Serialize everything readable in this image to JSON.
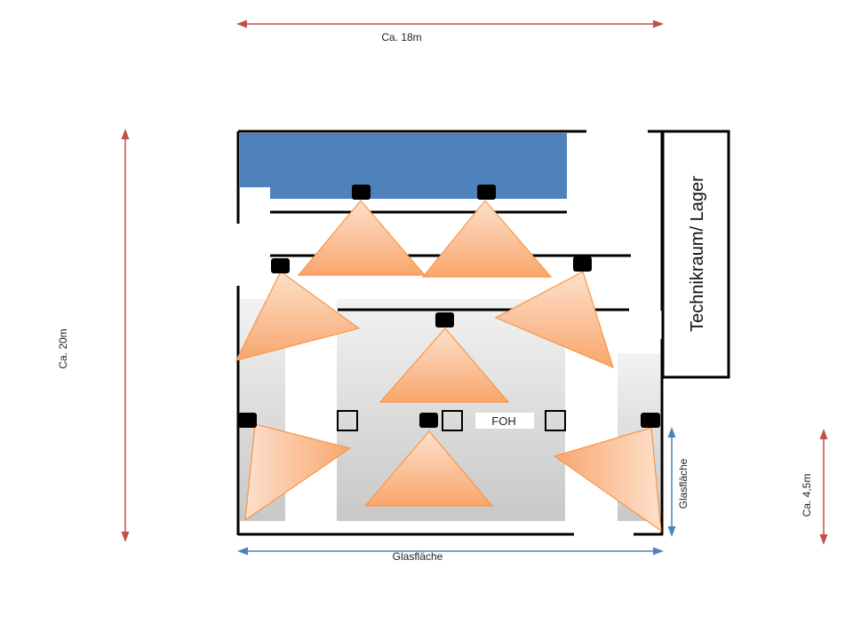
{
  "dimensions": {
    "width_label": "Ca. 18m",
    "height_label": "Ca. 20m",
    "side_label": "Ca. 4,5m"
  },
  "room": {
    "tech_room_label": "Technikraum/ Lager",
    "foh_label": "FOH",
    "glass_bottom_label": "Glasfläche",
    "glass_right_label": "Glasfläche"
  },
  "colors": {
    "stage": "#4f81bd",
    "wall": "#000000",
    "dim_arrow_red": "#c0504d",
    "dim_arrow_blue": "#4f81bd",
    "light_beam": "#f9a66c",
    "light_beam_edge": "#f79646",
    "floor_area": "#d9d9d9"
  },
  "legend": {
    "fixture_symbol": "black-square-lamp",
    "marker_symbol": "outlined-square"
  }
}
